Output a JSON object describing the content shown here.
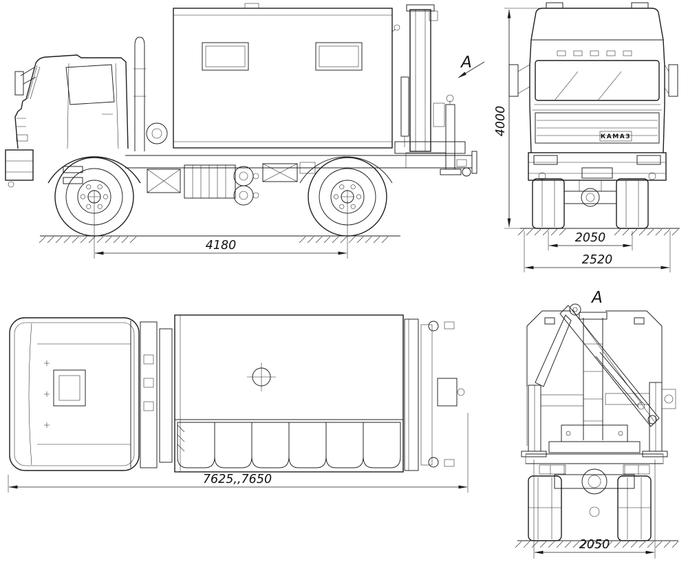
{
  "drawing": {
    "background": "#ffffff",
    "line_color": "#1d1d1d",
    "views": {
      "side": {
        "wheelbase_dim": "4180"
      },
      "front": {
        "view_arrow_label": "A",
        "height_dim": "4000",
        "track_dim": "2050",
        "overall_width_dim": "2520",
        "grille_badge": "КАМАЗ"
      },
      "top": {
        "overall_length_dim": "7625,,7650"
      },
      "rear": {
        "view_label": "A",
        "outrigger_track_dim": "2050"
      }
    }
  }
}
